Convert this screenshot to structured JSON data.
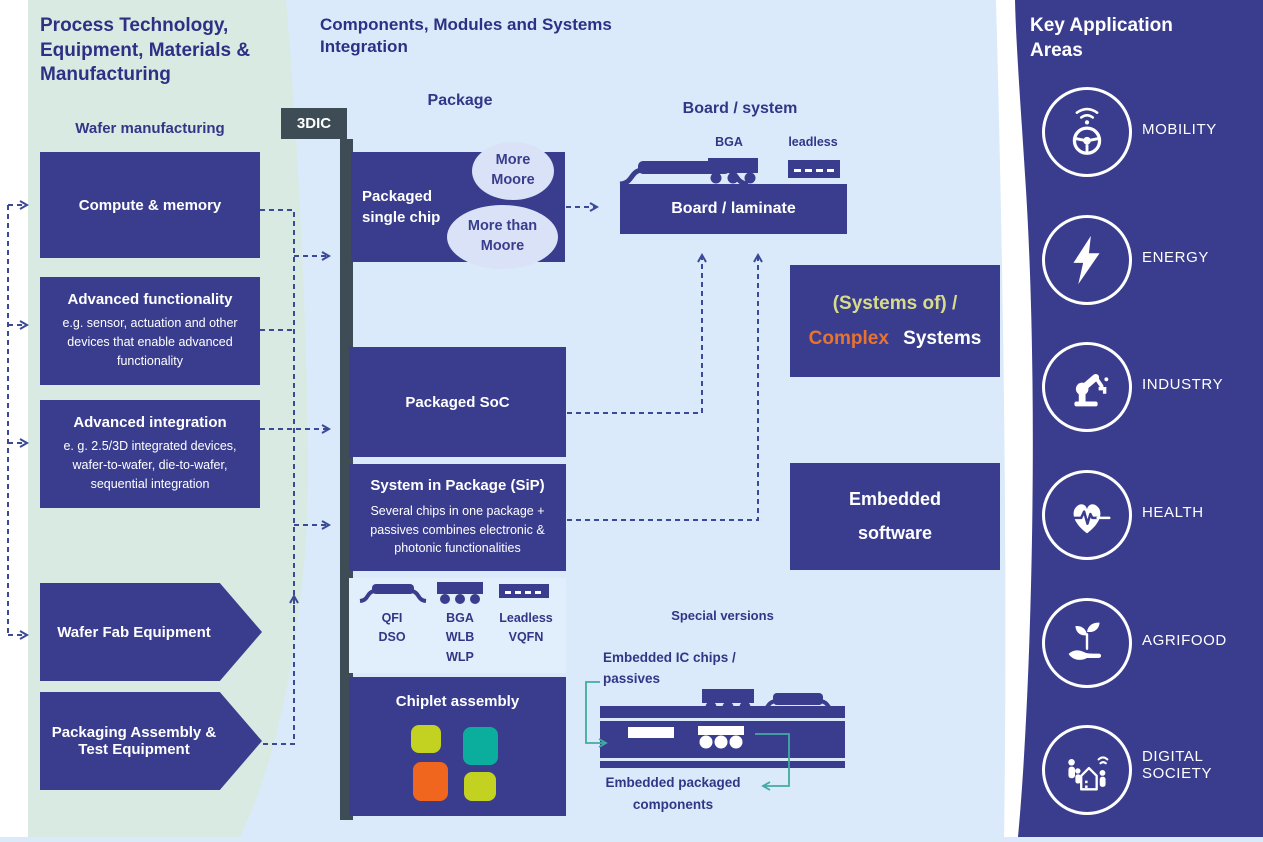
{
  "colors": {
    "indigo": "#3a3d8e",
    "navy-text": "#2d3084",
    "label-text": "#333687",
    "mint": "#d9eae2",
    "lightblue": "#daeafa",
    "strip": "#e1eefb",
    "slate": "#3e4d55",
    "ellipse": "#d9e2f6",
    "dash": "#3a4a97",
    "teal-arrow": "#43aaa3",
    "systems-of": "#d7dc8b",
    "complex": "#e9732e",
    "chiplet-green": "#c3d220",
    "chiplet-teal": "#0bae9c",
    "chiplet-orange": "#f1661f"
  },
  "left_panel": {
    "title": "Process Technology, Equipment, Materials & Manufacturing",
    "section_label": "Wafer manufacturing",
    "boxes": [
      {
        "label": "Compute & memory"
      },
      {
        "label": "Advanced functionality",
        "sub": "e.g. sensor, actuation and other devices that enable advanced functionality"
      },
      {
        "label": "Advanced integration",
        "sub": "e. g. 2.5/3D integrated devices, wafer-to-wafer, die-to-wafer, sequential integration"
      }
    ],
    "chevrons": [
      {
        "label": "Wafer Fab Equipment"
      },
      {
        "label": "Packaging Assembly & Test Equipment"
      }
    ]
  },
  "middle": {
    "title": "Components, Modules and Systems Integration",
    "package_label": "Package",
    "tag_3dic": "3DIC",
    "packaged_single_chip": "Packaged single chip",
    "more_moore": "More Moore",
    "more_than_moore": "More than Moore",
    "packaged_soc": "Packaged SoC",
    "sip_title": "System in Package (SiP)",
    "sip_sub": "Several chips in one package + passives combines electronic & photonic functionalities",
    "package_types": [
      {
        "icon": "gullwing-package-icon",
        "lines": [
          "QFI",
          "DSO"
        ]
      },
      {
        "icon": "bga-package-icon",
        "lines": [
          "BGA",
          "WLB",
          "WLP"
        ]
      },
      {
        "icon": "leadless-package-icon",
        "lines": [
          "Leadless",
          "VQFN"
        ]
      }
    ],
    "chiplet_title": "Chiplet assembly",
    "board_system_label": "Board / system",
    "bga_label": "BGA",
    "leadless_label": "leadless",
    "board_laminate": "Board / laminate",
    "systems_box": {
      "line1": "(Systems of) /",
      "word_complex": "Complex",
      "word_systems": "Systems"
    },
    "embedded_software": "Embedded software",
    "special_versions": "Special versions",
    "embedded_ic_label": "Embedded IC chips / passives",
    "embedded_packaged_label": "Embedded packaged components"
  },
  "right_panel": {
    "title": "Key Application Areas",
    "areas": [
      {
        "label": "MOBILITY",
        "icon": "connected-steering-wheel-icon"
      },
      {
        "label": "ENERGY",
        "icon": "lightning-bolt-icon"
      },
      {
        "label": "INDUSTRY",
        "icon": "robot-arm-icon"
      },
      {
        "label": "HEALTH",
        "icon": "heart-pulse-icon"
      },
      {
        "label": "AGRIFOOD",
        "icon": "hand-sprout-icon"
      },
      {
        "label": "DIGITAL SOCIETY",
        "icon": "connected-society-icon"
      }
    ]
  }
}
